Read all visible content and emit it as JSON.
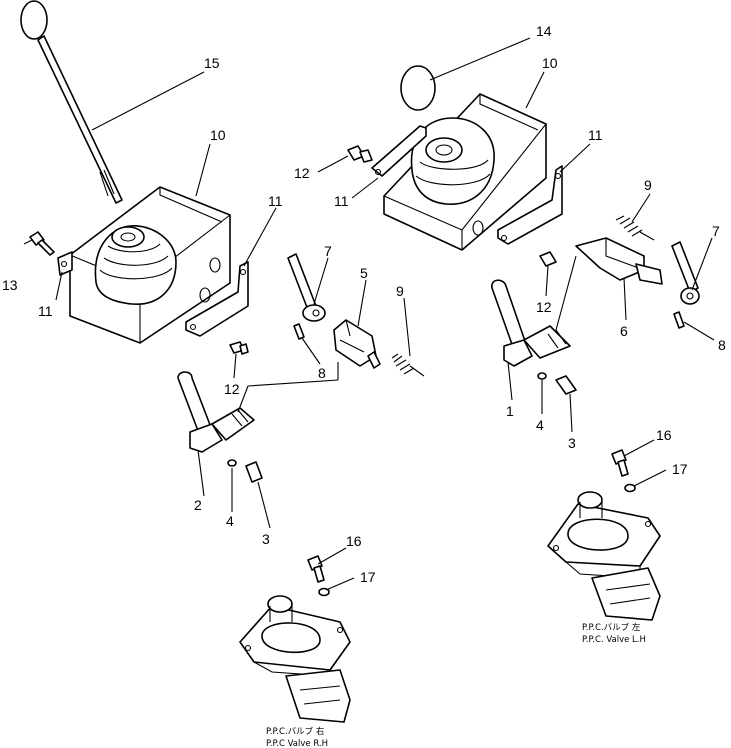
{
  "callouts": {
    "c1": "1",
    "c2": "2",
    "c3a": "3",
    "c3b": "3",
    "c4a": "4",
    "c4b": "4",
    "c5": "5",
    "c6": "6",
    "c7a": "7",
    "c7b": "7",
    "c8a": "8",
    "c8b": "8",
    "c9a": "9",
    "c9b": "9",
    "c10a": "10",
    "c10b": "10",
    "c11a": "11",
    "c11b": "11",
    "c11c": "11",
    "c11d": "11",
    "c12a": "12",
    "c12b": "12",
    "c12c": "12",
    "c13": "13",
    "c14": "14",
    "c15": "15",
    "c16a": "16",
    "c16b": "16",
    "c17a": "17",
    "c17b": "17"
  },
  "captions": {
    "lh_jp": "P.P.C.バルブ 左",
    "lh_en": "P.P.C. Valve L.H",
    "rh_jp": "P.P.C.バルブ 右",
    "rh_en": "P.P.C Valve R.H"
  }
}
